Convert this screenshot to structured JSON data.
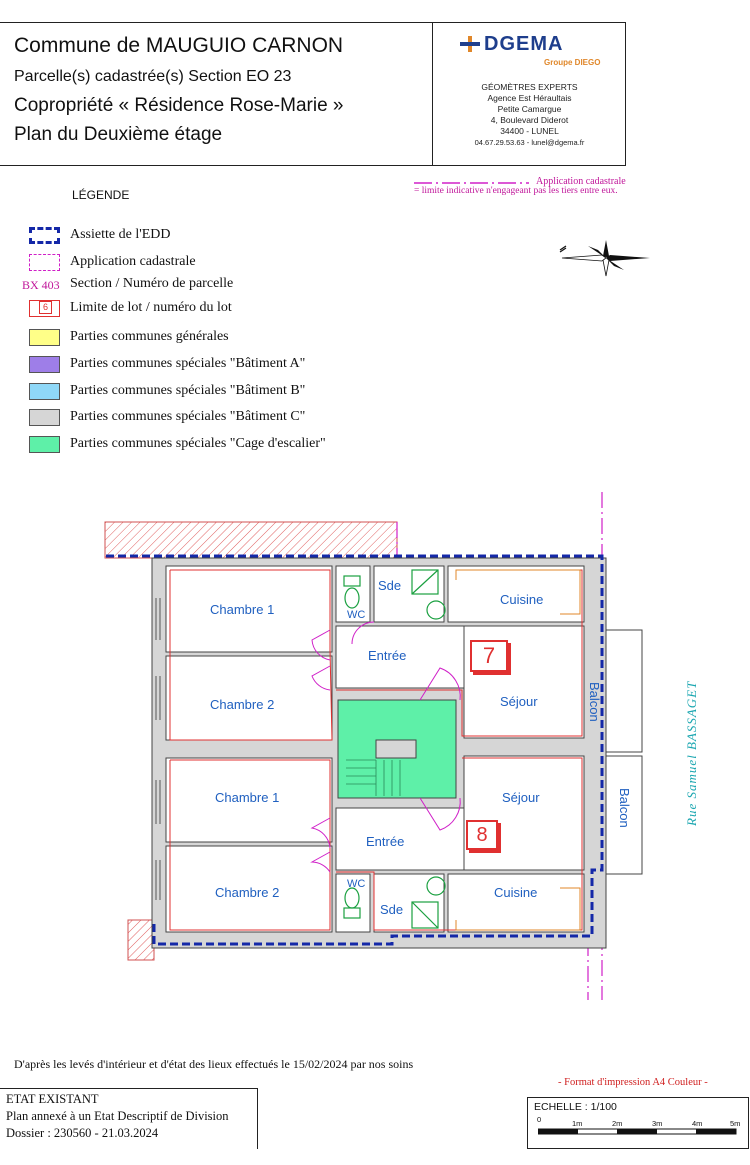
{
  "header": {
    "line1": "Commune de MAUGUIO CARNON",
    "line2": "Parcelle(s) cadastrée(s) Section EO 23",
    "line3": "Copropriété « Résidence Rose-Marie »",
    "line4": "Plan du Deuxième étage"
  },
  "company": {
    "logo_name": "DGEMA",
    "logo_sub": "Groupe DIEGO",
    "role": "GÉOMÈTRES EXPERTS",
    "agency1": "Agence Est Héraultais",
    "agency2": "Petite Camargue",
    "address": "4, Boulevard Diderot",
    "city": "34400 - LUNEL",
    "contact": "04.67.29.53.63 - lunel@dgema.fr",
    "brand_color": "#1e3e8c",
    "accent_color": "#e0872a"
  },
  "application_note": {
    "label": "Application cadastrale",
    "detail": "= limite indicative n'engageant pas les tiers entre eux."
  },
  "legend": {
    "title": "LÉGENDE",
    "items": [
      {
        "text": "Assiette de l'EDD",
        "style": "edd"
      },
      {
        "text": "Application cadastrale",
        "style": "cadastre"
      },
      {
        "text": "Section / Numéro de parcelle",
        "style": "section",
        "sample": "BX 403"
      },
      {
        "text": "Limite de lot / numéro du lot",
        "style": "lot",
        "sample": "6"
      },
      {
        "text": "Parties communes générales",
        "style": "fill",
        "color": "#ffff88"
      },
      {
        "text": "Parties communes spéciales \"Bâtiment A\"",
        "style": "fill",
        "color": "#9e7ee8"
      },
      {
        "text": "Parties communes spéciales \"Bâtiment B\"",
        "style": "fill",
        "color": "#8fd8f8"
      },
      {
        "text": "Parties communes spéciales \"Bâtiment C\"",
        "style": "fill",
        "color": "#d6d6d6"
      },
      {
        "text": "Parties communes spéciales \"Cage d'escalier\"",
        "style": "fill",
        "color": "#5ef0a8"
      }
    ]
  },
  "plan": {
    "rooms_lot7": {
      "chambre1": "Chambre 1",
      "chambre2": "Chambre 2",
      "wc": "WC",
      "sde": "Sde",
      "cuisine": "Cuisine",
      "entree": "Entrée",
      "sejour": "Séjour",
      "balcon": "Balcon",
      "lot_number": "7"
    },
    "rooms_lot8": {
      "chambre1": "Chambre 1",
      "chambre2": "Chambre 2",
      "wc": "WC",
      "sde": "Sde",
      "cuisine": "Cuisine",
      "entree": "Entrée",
      "sejour": "Séjour",
      "balcon": "Balcon",
      "lot_number": "8"
    },
    "street": "Rue Samuel BASSAGET",
    "colors": {
      "edd": "#1428a8",
      "cadastre": "#d020c8",
      "lot": "#e03030",
      "stair": "#5ef0a8",
      "room_text": "#2060c0",
      "street_text": "#1aa6b0"
    }
  },
  "footnote": "D'après les levés d'intérieur et d'état des lieux effectués le 15/02/2024 par nos soins",
  "format_note": "- Format d'impression A4 Couleur -",
  "etat": {
    "title": "ETAT EXISTANT",
    "line1": "Plan annexé à un Etat Descriptif de Division",
    "line2": "Dossier : 230560 - 21.03.2024"
  },
  "scale": {
    "title": "ECHELLE : 1/100",
    "ticks": [
      "0",
      "1m",
      "2m",
      "3m",
      "4m",
      "5m"
    ]
  }
}
